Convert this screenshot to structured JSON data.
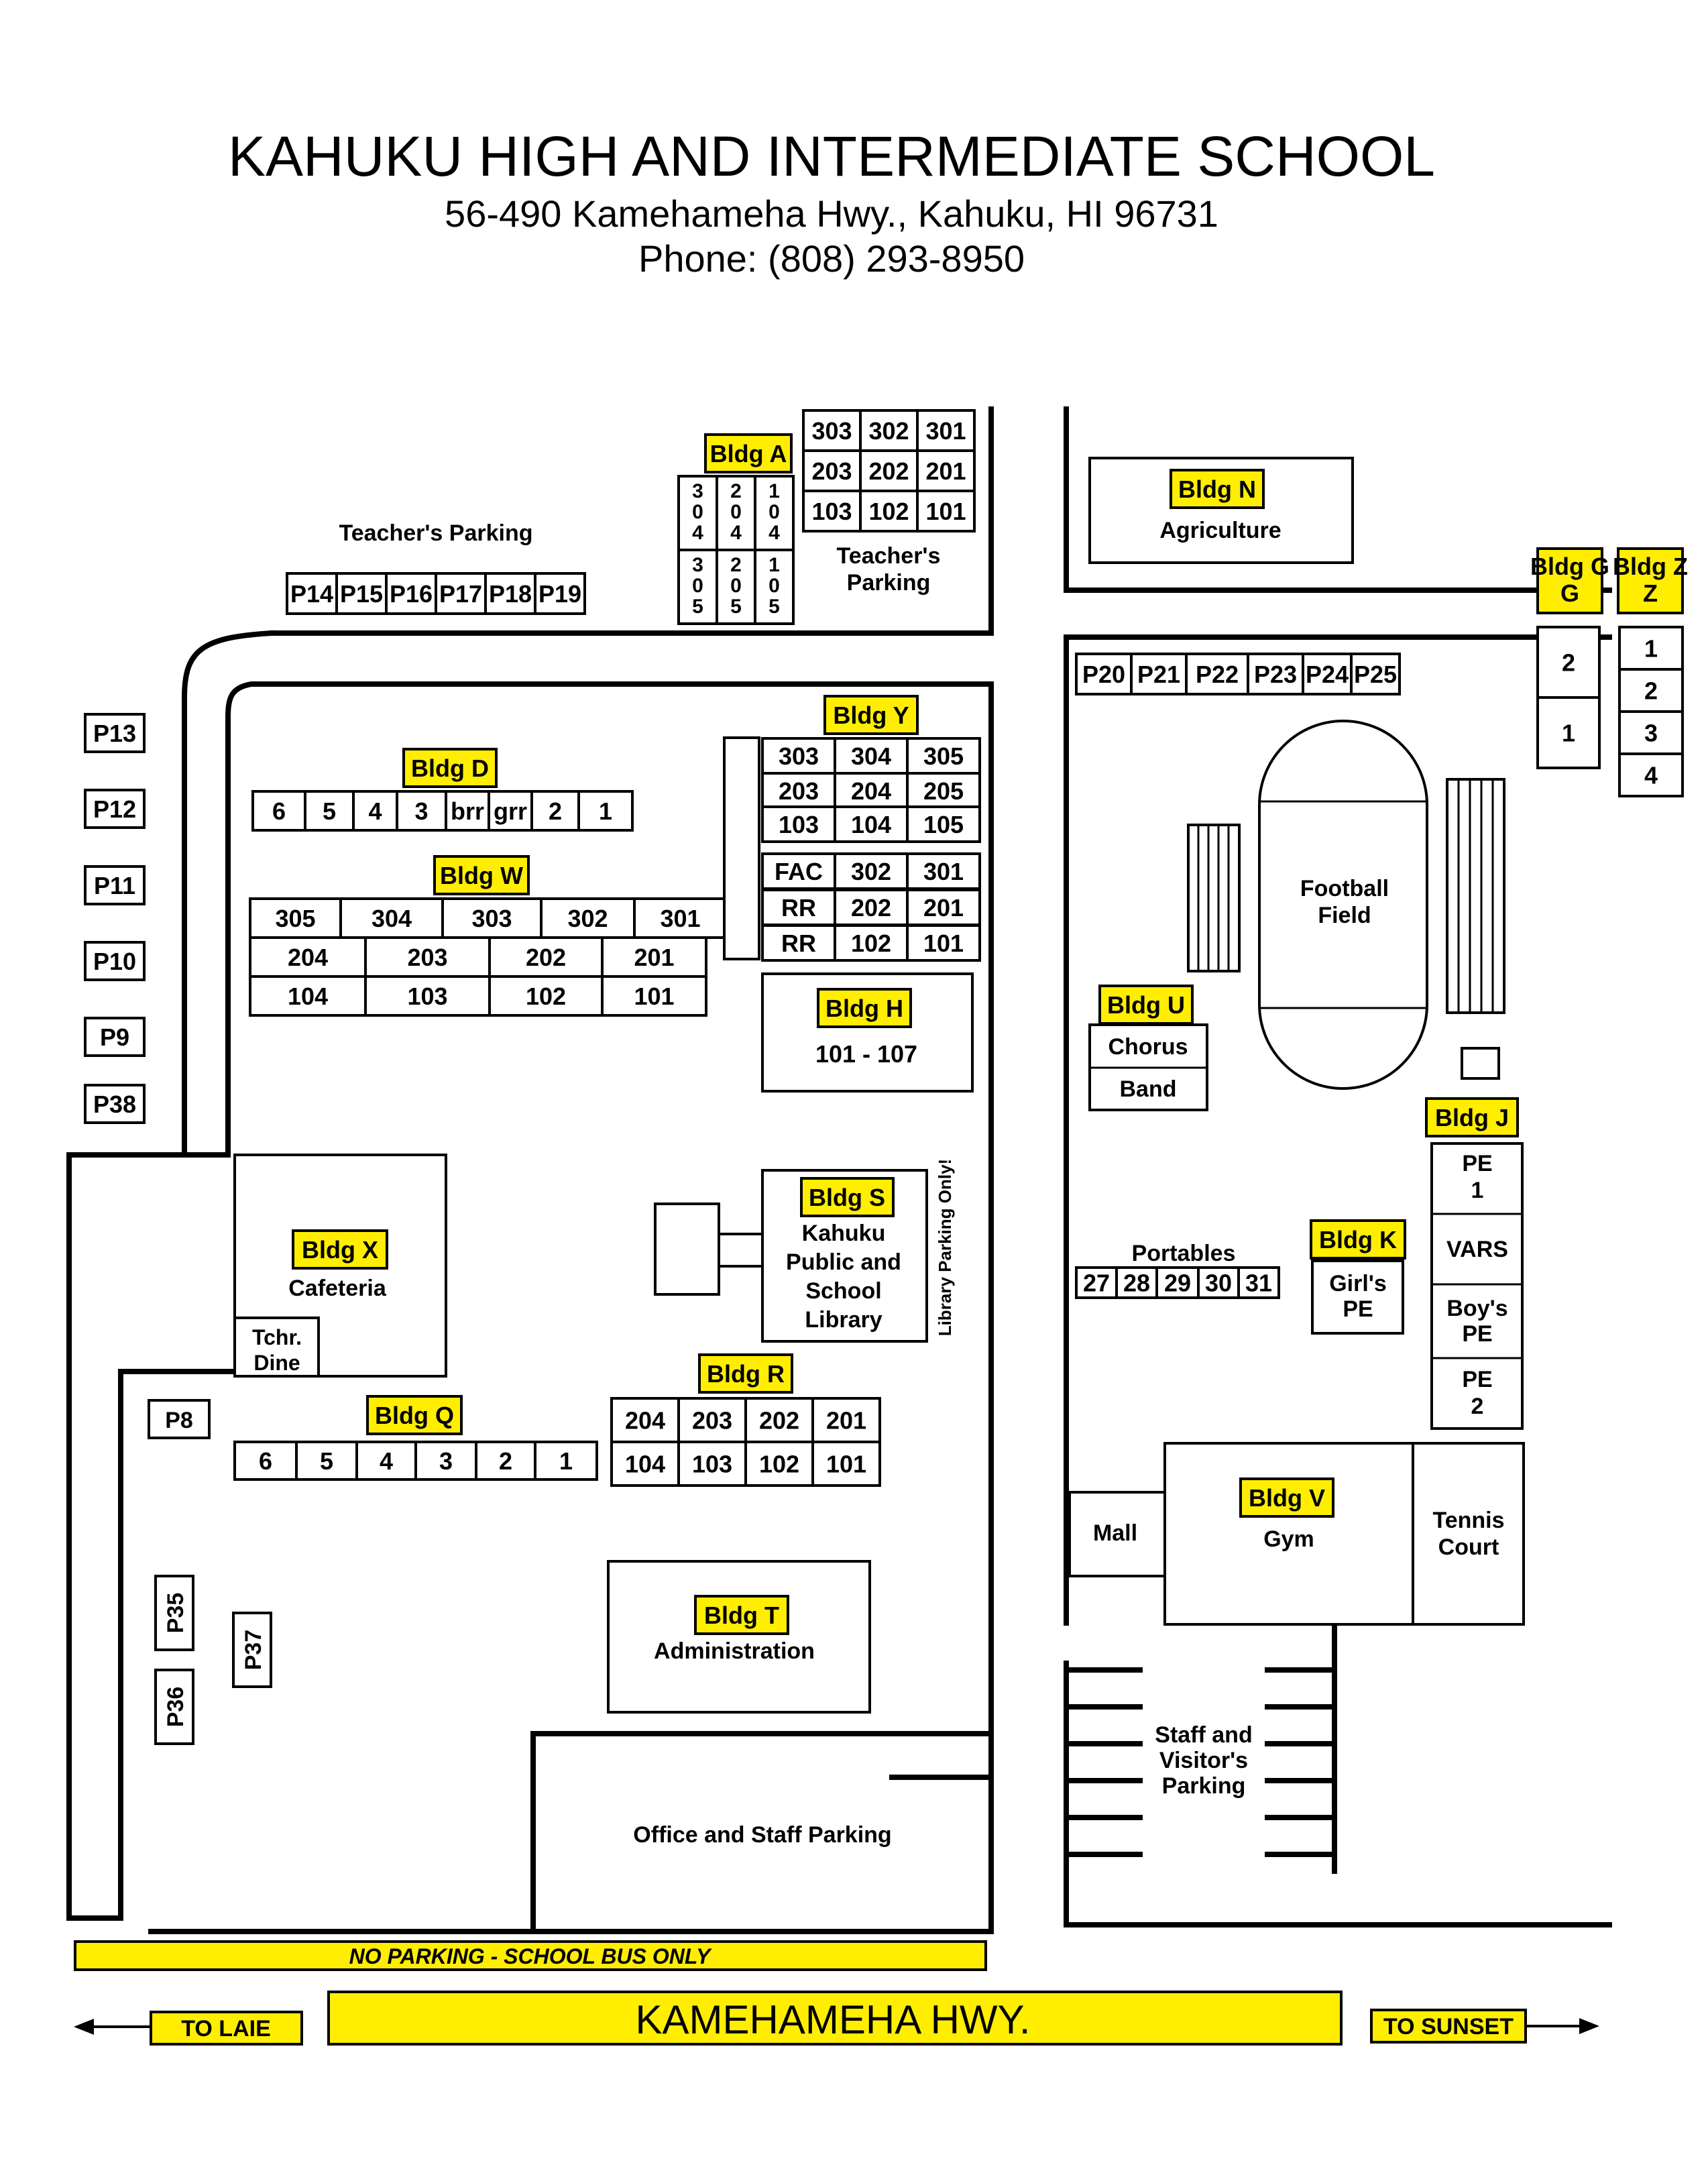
{
  "header": {
    "title": "KAHUKU HIGH AND INTERMEDIATE SCHOOL",
    "address": "56-490 Kamehameha Hwy., Kahuku, HI  96731",
    "phone": "Phone:  (808) 293-8950"
  },
  "colors": {
    "tag": "#ffee00",
    "line": "#000000",
    "background": "#ffffff"
  },
  "buildings": {
    "a": "Bldg A",
    "d": "Bldg D",
    "w": "Bldg W",
    "y": "Bldg Y",
    "h": "Bldg H",
    "n": "Bldg N",
    "g": "Bldg G",
    "z": "Bldg Z",
    "u": "Bldg U",
    "j": "Bldg J",
    "k": "Bldg K",
    "s": "Bldg S",
    "x": "Bldg X",
    "r": "Bldg R",
    "q": "Bldg Q",
    "v": "Bldg V",
    "t": "Bldg T"
  },
  "labels": {
    "teachers_parking_left": "Teacher's Parking",
    "teachers_parking_right_1": "Teacher's",
    "teachers_parking_right_2": "Parking",
    "agriculture": "Agriculture",
    "football_1": "Football",
    "football_2": "Field",
    "bldg_h_rooms": "101 - 107",
    "chorus": "Chorus",
    "band": "Band",
    "portables": "Portables",
    "girls_pe_1": "Girl's",
    "girls_pe_2": "PE",
    "pe1_1": "PE",
    "pe1_2": "1",
    "vars": "VARS",
    "boys_pe_1": "Boy's",
    "boys_pe_2": "PE",
    "pe2_1": "PE",
    "pe2_2": "2",
    "library_1": "Kahuku",
    "library_2": "Public and",
    "library_3": "School",
    "library_4": "Library",
    "library_parking": "Library Parking Only!",
    "cafeteria": "Cafeteria",
    "tchr_dine_1": "Tchr.",
    "tchr_dine_2": "Dine",
    "gym": "Gym",
    "mall": "Mall",
    "tennis_1": "Tennis",
    "tennis_2": "Court",
    "administration": "Administration",
    "office_parking": "Office and Staff Parking",
    "staff_parking_1": "Staff and",
    "staff_parking_2": "Visitor's",
    "staff_parking_3": "Parking",
    "no_parking": "NO PARKING - SCHOOL BUS ONLY",
    "highway": "KAMEHAMEHA HWY.",
    "to_laie": "TO LAIE",
    "to_sunset": "TO SUNSET"
  },
  "rooms": {
    "a_grid": [
      [
        "303",
        "302",
        "301"
      ],
      [
        "203",
        "202",
        "201"
      ],
      [
        "103",
        "102",
        "101"
      ]
    ],
    "a_vertical": [
      [
        "3",
        "0",
        "4"
      ],
      [
        "2",
        "0",
        "4"
      ],
      [
        "1",
        "0",
        "4"
      ],
      [
        "3",
        "0",
        "5"
      ],
      [
        "2",
        "0",
        "5"
      ],
      [
        "1",
        "0",
        "5"
      ]
    ],
    "d": [
      "6",
      "5",
      "4",
      "3",
      "brr",
      "grr",
      "2",
      "1"
    ],
    "w": [
      [
        "305",
        "304",
        "303",
        "302",
        "301"
      ],
      [
        "204",
        "203",
        "202",
        "201"
      ],
      [
        "104",
        "103",
        "102",
        "101"
      ]
    ],
    "y": [
      [
        "303",
        "304",
        "305"
      ],
      [
        "203",
        "204",
        "205"
      ],
      [
        "103",
        "104",
        "105"
      ],
      [
        "FAC",
        "302",
        "301"
      ],
      [
        "RR",
        "202",
        "201"
      ],
      [
        "RR",
        "102",
        "101"
      ]
    ],
    "g": [
      "2",
      "1"
    ],
    "z": [
      "1",
      "2",
      "3",
      "4"
    ],
    "portables": [
      "27",
      "28",
      "29",
      "30",
      "31"
    ],
    "r": [
      [
        "204",
        "203",
        "202",
        "201"
      ],
      [
        "104",
        "103",
        "102",
        "101"
      ]
    ],
    "q": [
      "6",
      "5",
      "4",
      "3",
      "2",
      "1"
    ]
  },
  "parking": {
    "top_left": [
      "P14",
      "P15",
      "P16",
      "P17",
      "P18",
      "P19"
    ],
    "top_right": [
      "P20",
      "P21",
      "P22",
      "P23",
      "P24",
      "P25"
    ],
    "left": [
      "P13",
      "P12",
      "P11",
      "P10",
      "P9",
      "P38"
    ],
    "p8": "P8",
    "p35": "P35",
    "p36": "P36",
    "p37": "P37"
  }
}
